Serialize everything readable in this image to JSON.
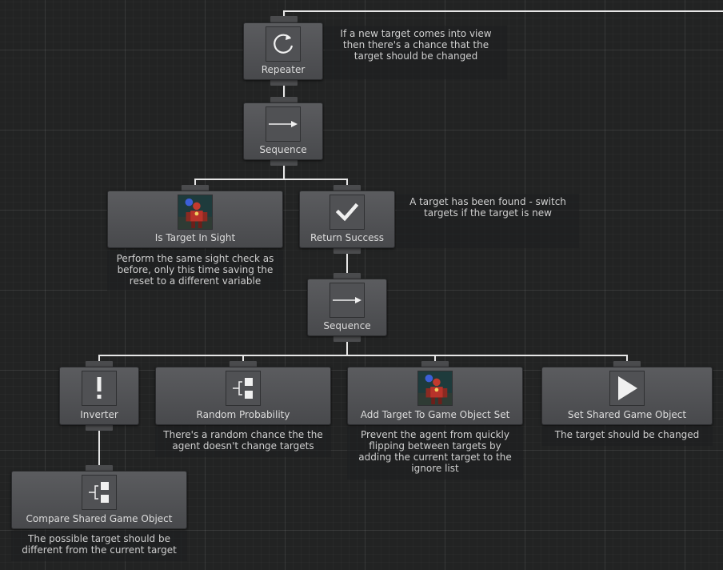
{
  "nodes": {
    "repeater": {
      "label": "Repeater",
      "icon": "repeat-icon"
    },
    "sequence_top": {
      "label": "Sequence",
      "icon": "arrow-right-icon"
    },
    "is_target_in_sight": {
      "label": "Is Target In Sight",
      "icon": "robot-soldier-icon"
    },
    "return_success": {
      "label": "Return Success",
      "icon": "checkmark-icon"
    },
    "sequence_mid": {
      "label": "Sequence",
      "icon": "arrow-right-icon"
    },
    "inverter": {
      "label": "Inverter",
      "icon": "exclamation-icon"
    },
    "random_probability": {
      "label": "Random Probability",
      "icon": "condition-branch-icon"
    },
    "add_target_to_set": {
      "label": "Add Target To Game Object Set",
      "icon": "robot-soldier-icon"
    },
    "set_shared_game_object": {
      "label": "Set Shared Game Object",
      "icon": "play-icon"
    },
    "compare_shared_game_object": {
      "label": "Compare Shared Game Object",
      "icon": "condition-branch-icon"
    }
  },
  "comments": {
    "repeater": [
      "If a new target comes into view",
      "then there's a chance that the",
      "target should be changed"
    ],
    "is_target_in_sight": [
      "Perform the same sight check as",
      "before, only this time saving the",
      "reset to a different variable"
    ],
    "return_success": [
      "A target has been found - switch",
      "targets if the target is new"
    ],
    "random_probability": [
      "There's a random chance the the",
      "agent doesn't change targets"
    ],
    "add_target_to_set": [
      "Prevent the agent from quickly",
      "flipping between targets by",
      "adding the current target to the",
      "ignore list"
    ],
    "set_shared_game_object": [
      "The target should be changed"
    ],
    "compare_shared_game_object": [
      "The possible target should be",
      "different from the current target"
    ]
  },
  "colors": {
    "background": "#222323",
    "node": "#525356",
    "connection": "#e6e6e6",
    "label": "#dcdcdc"
  }
}
